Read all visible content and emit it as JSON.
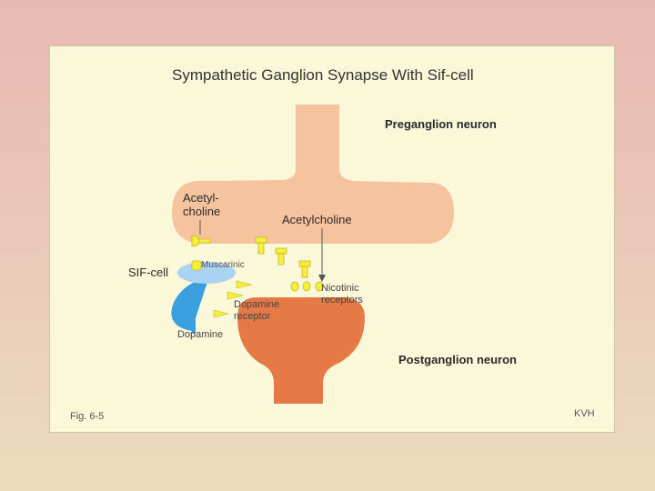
{
  "title": "Sympathetic Ganglion Synapse With Sif-cell",
  "labels": {
    "preganglion": "Preganglion neuron",
    "postganglion": "Postganglion neuron",
    "acetylcholine_left": "Acetyl-\ncholine",
    "acetylcholine_center": "Acetylcholine",
    "sif_cell": "SIF-cell",
    "muscarinic": "Muscarinic",
    "nicotinic_receptors": "Nicotinic\nreceptors",
    "dopamine_receptor": "Dopamine\nreceptor",
    "dopamine": "Dopamine",
    "fig": "Fig. 6-5",
    "author": "KVH"
  },
  "colors": {
    "preganglion": "#f6c39f",
    "postganglion": "#e57a47",
    "sif_cell": "#a9d3f0",
    "sif_axon": "#3a9fdf",
    "receptor": "#f3ef3a",
    "receptor_stroke": "#c8b520"
  }
}
